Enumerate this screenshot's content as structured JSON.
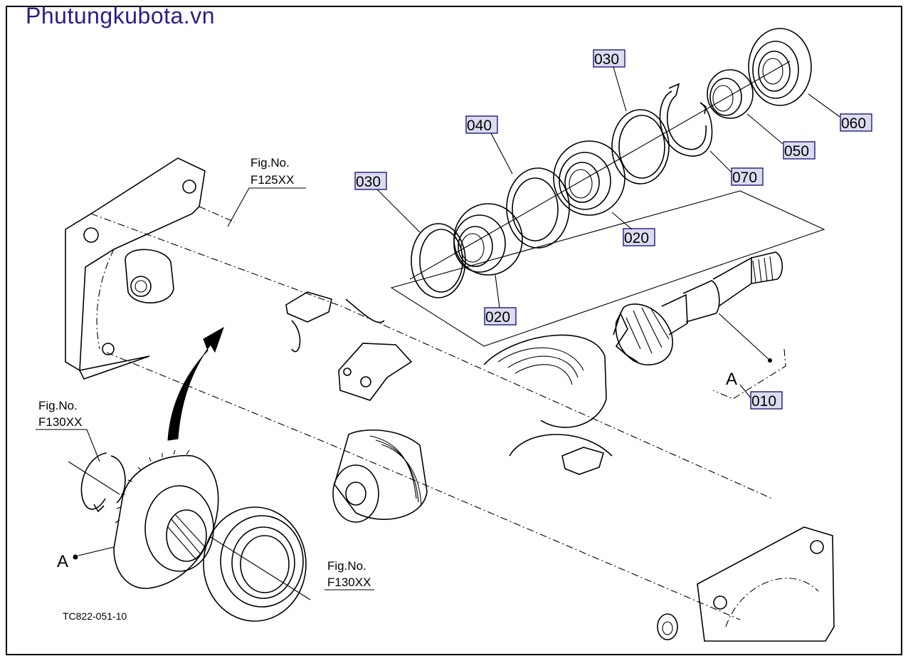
{
  "site_title": "Phutungkubota.vn",
  "figure_refs": {
    "top": {
      "line1": "Fig.No.",
      "line2": "F125XX"
    },
    "left": {
      "line1": "Fig.No.",
      "line2": "F130XX"
    },
    "bottom": {
      "line1": "Fig.No.",
      "line2": "F130XX"
    }
  },
  "part_labels": {
    "p030_left": "030",
    "p040": "040",
    "p030_top": "030",
    "p060": "060",
    "p050": "050",
    "p070": "070",
    "p020_right": "020",
    "p020_left": "020",
    "p010": "010"
  },
  "ref_marks": {
    "a_right": "A",
    "a_left": "A"
  },
  "drawing_code": "TC822-051-10",
  "colors": {
    "label_box": "#dcdcf0",
    "label_border": "#1f1a7a",
    "title": "#2a1f8a"
  }
}
